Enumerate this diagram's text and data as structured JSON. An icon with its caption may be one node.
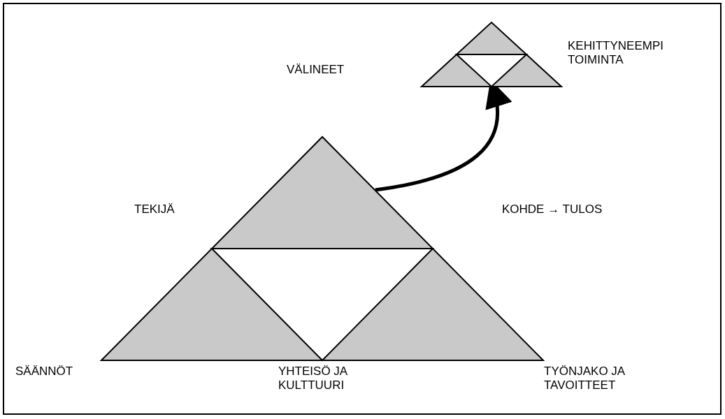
{
  "diagram": {
    "nodes": [
      {
        "text": [],
        "shape": "triangle",
        "beside": [
          "TEKIJÄ",
          "KOHDE → TULOS",
          "SÄÄNNÖT",
          "YHTEISÖ JA KULTTUURI",
          "TYÖNJAKO JA TAVOITTEET"
        ]
      },
      {
        "text": [],
        "shape": "triangle",
        "beside": [
          "KEHITTYNEEMPI TOIMINTA"
        ]
      }
    ],
    "edges": [
      {
        "from": 0,
        "to": 1,
        "arrow": "to"
      }
    ],
    "labels": [
      "VÄLINEET"
    ]
  }
}
